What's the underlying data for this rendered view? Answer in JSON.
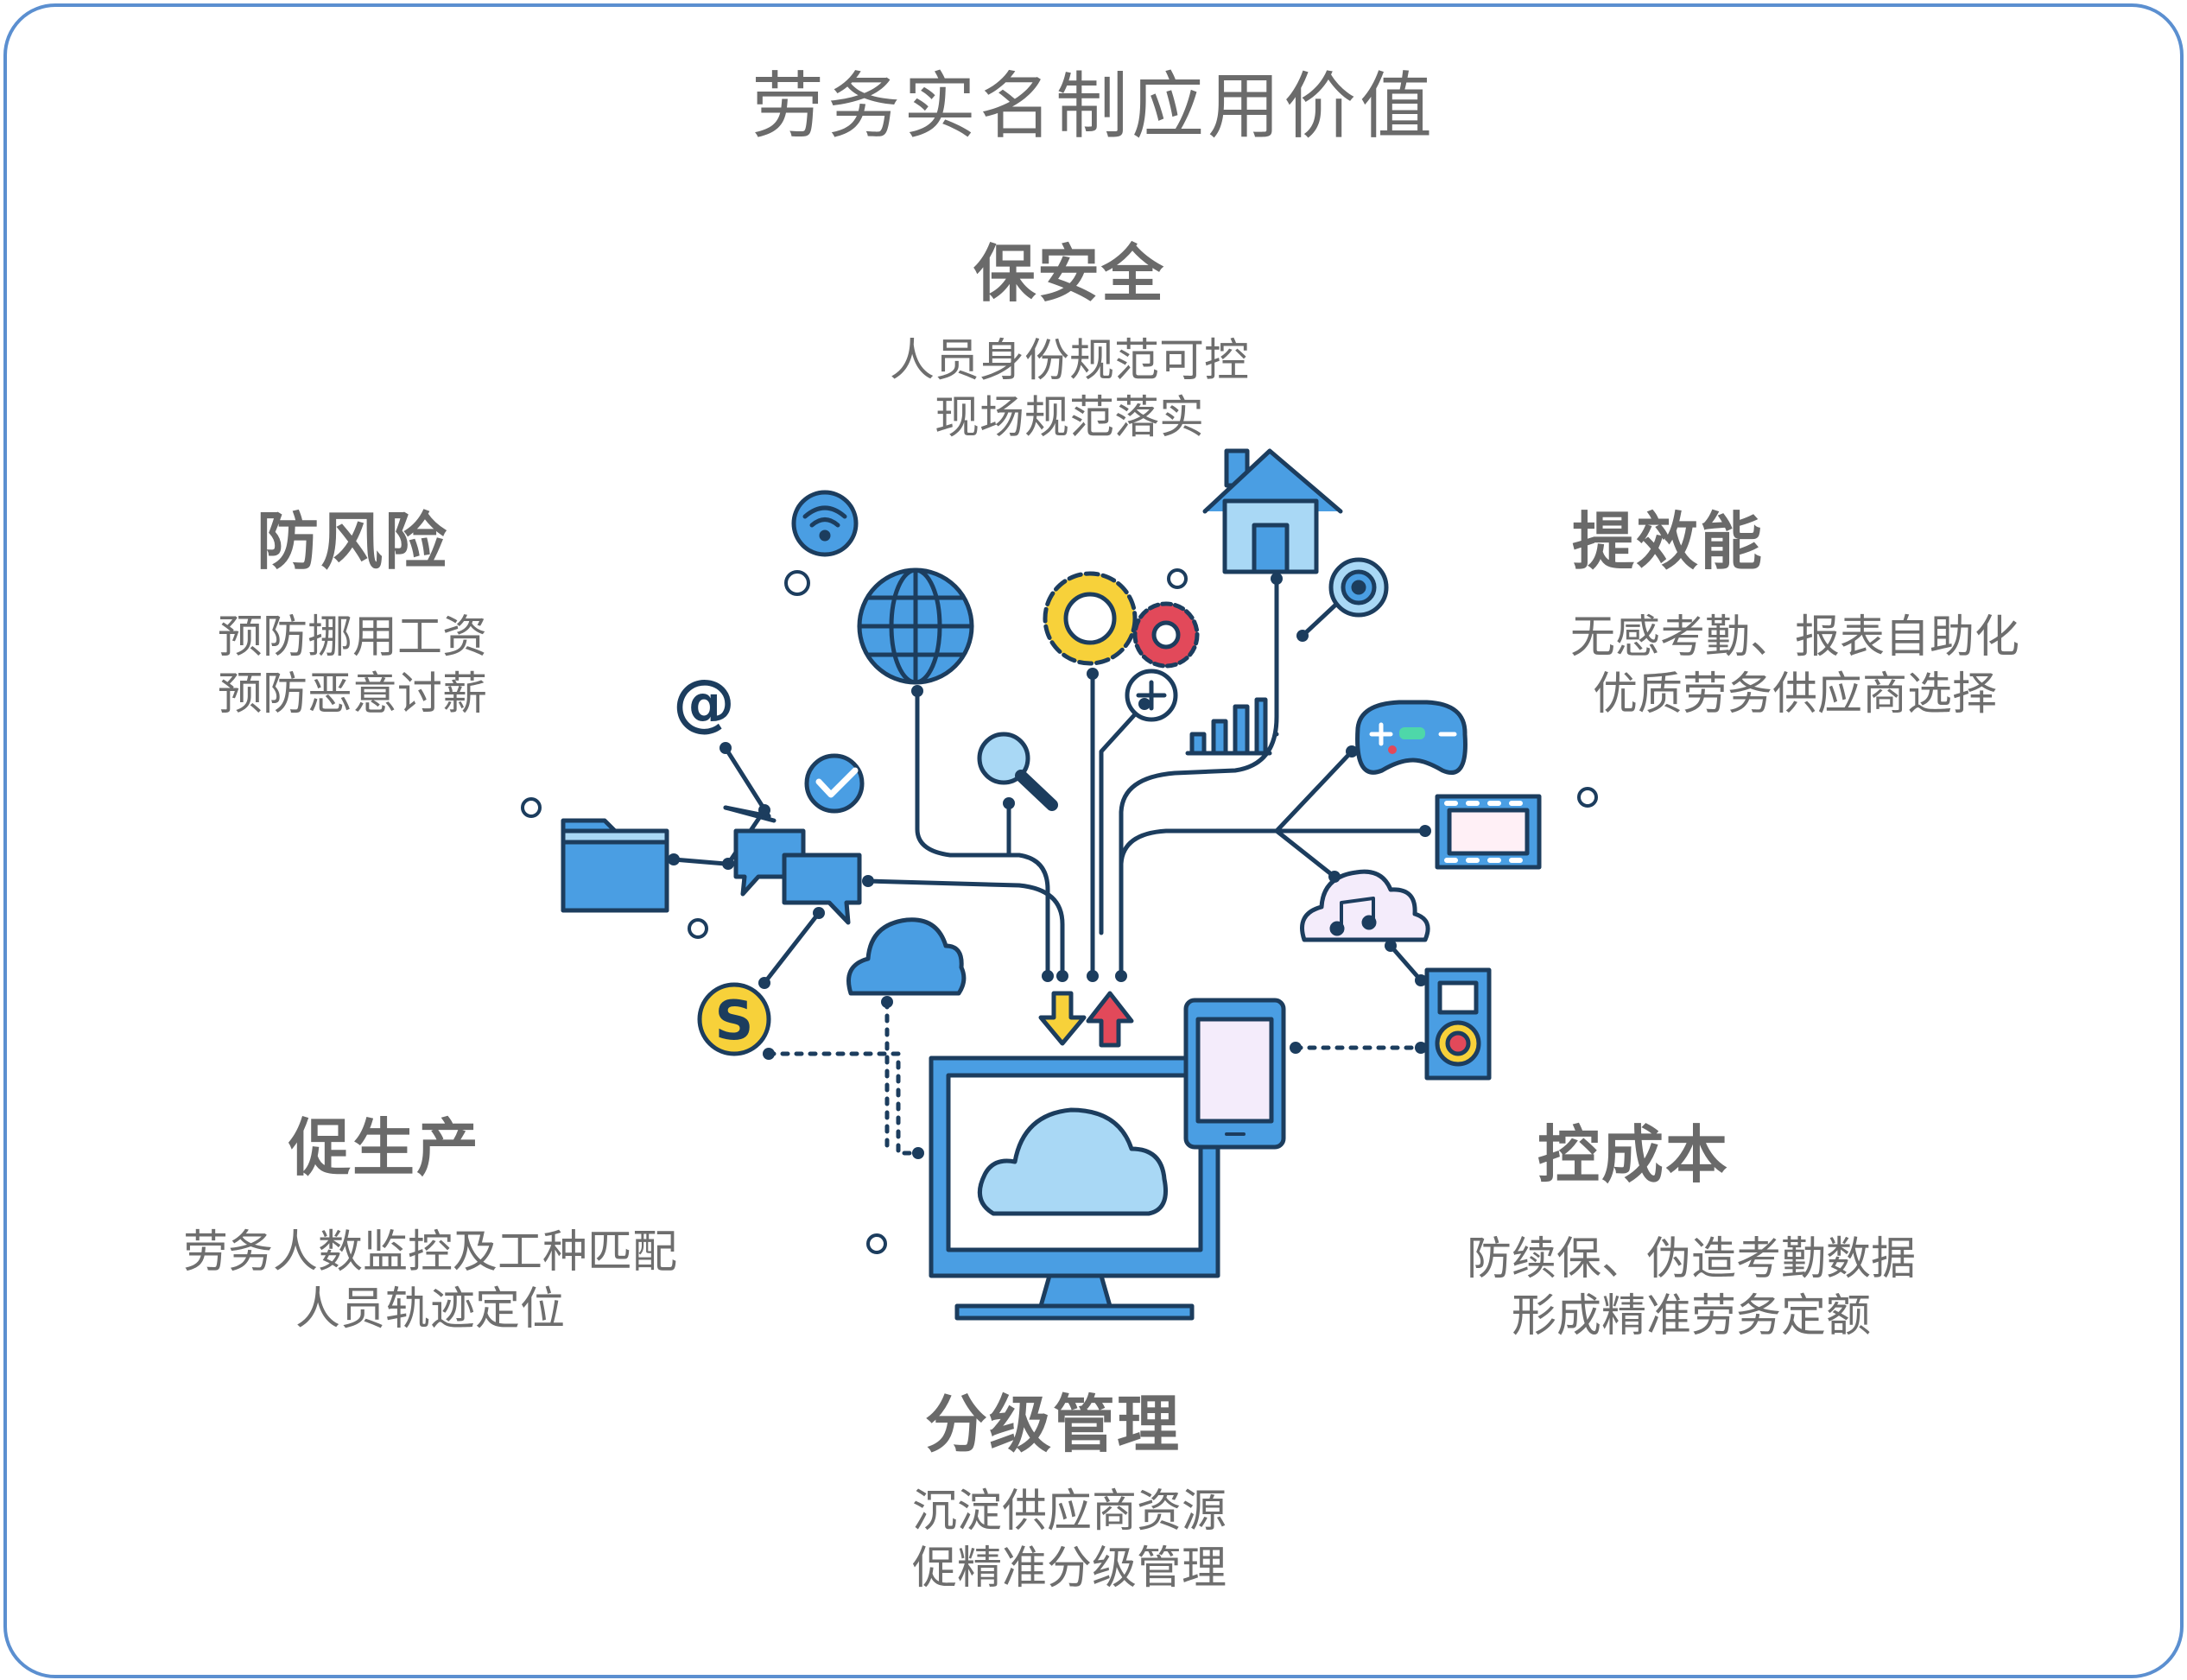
{
  "title": "劳务实名制应用价值",
  "sections": {
    "safety": {
      "heading": "保安全",
      "lines": [
        "人员身份规范可控",
        "现场规范落实"
      ]
    },
    "risk": {
      "heading": "防风险",
      "lines": [
        "预防挪用工资",
        "预防恶意讨薪"
      ]
    },
    "efficiency": {
      "heading": "提效能",
      "lines": [
        "无感考勤、报表自助化",
        "优质劳务供应商选择"
      ]
    },
    "production": {
      "heading": "促生产",
      "lines": [
        "劳务人数监控及工种匹配",
        "人员轨迹定位"
      ]
    },
    "cost": {
      "heading": "控成本",
      "lines": [
        "防续保、伪造考勤数据",
        "形成精准劳务定额"
      ]
    },
    "management": {
      "heading": "分级管理",
      "lines": [
        "沉淀供应商资源",
        "促精准分级管理"
      ]
    }
  },
  "icons": [
    "wifi-icon",
    "globe-icon",
    "gear-yellow-icon",
    "gear-red-icon",
    "plus-icon",
    "house-icon",
    "target-icon",
    "bar-chart-icon",
    "at-sign-icon",
    "check-icon",
    "folder-icon",
    "chat-bubbles-icon",
    "magnifier-icon",
    "gamepad-icon",
    "film-strip-icon",
    "cloud-music-icon",
    "dollar-coin-icon",
    "cloud-icon",
    "tablet-icon",
    "music-player-icon",
    "monitor-cloud-icon",
    "arrow-down-icon",
    "arrow-up-icon"
  ],
  "colors": {
    "outline": "#1c3d5e",
    "blue": "#4a9ee3",
    "light_blue": "#a9d8f5",
    "yellow": "#f7d13a",
    "red": "#e2495a",
    "frame": "#5b8fd0",
    "text": "#6b6b6b"
  }
}
